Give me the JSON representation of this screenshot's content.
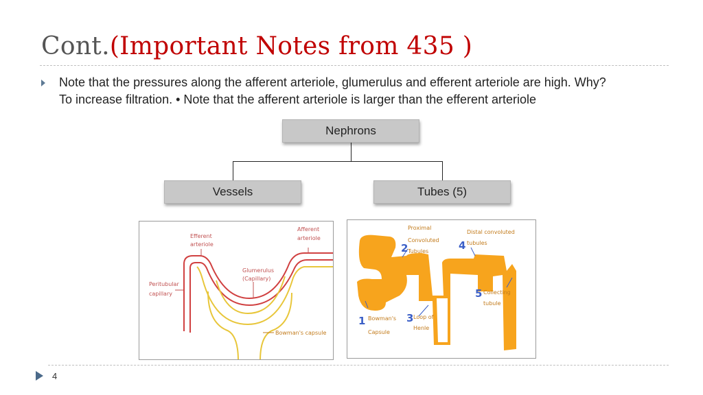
{
  "slide": {
    "title_prefix": "Cont.",
    "title_main": "(Important Notes from 435 )",
    "note_line1": "Note that the pressures along the afferent arteriole, glumerulus and efferent arteriole are high. Why?",
    "note_line2": "To increase filtration. • Note that the afferent arteriole is larger than the efferent arteriole",
    "page_number": "4"
  },
  "diagram": {
    "root": "Nephrons",
    "left": "Vessels",
    "right": "Tubes (5)"
  },
  "vessels_figure": {
    "efferent": [
      "Efferent",
      "arteriole"
    ],
    "afferent": [
      "Afferent",
      "arteriole"
    ],
    "glomerulus": [
      "Glumerulus",
      "(Capillary)"
    ],
    "peritubular": [
      "Peritubular",
      "capillary"
    ],
    "bowman": "Bowman's capsule"
  },
  "tubes_figure": {
    "proximal": [
      "Proximal",
      "Convoluted",
      "Tubules"
    ],
    "distal": [
      "Distal convoluted",
      "tubules"
    ],
    "collecting": [
      "Collecting",
      "tubule"
    ],
    "bowman": [
      "Bowman's",
      "Capsule"
    ],
    "loop": [
      "Loop of",
      "Henle"
    ],
    "numbers": [
      "1",
      "2",
      "3",
      "4",
      "5"
    ]
  },
  "colors": {
    "title_red": "#c00000",
    "tube_orange": "#f7a41d",
    "vessel_red": "#d04040",
    "capsule_yellow": "#e8c63a",
    "number_blue": "#3b5fc7"
  }
}
